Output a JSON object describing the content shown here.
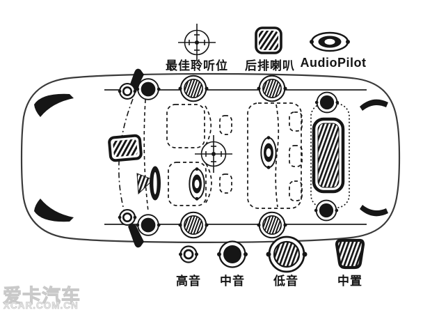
{
  "colors": {
    "ink": "#161616",
    "watermark": "#c9c9c9",
    "background": "#ffffff"
  },
  "legend_top": {
    "items": [
      {
        "id": "best-listening-position",
        "label": "最佳聆听位",
        "icon": "crosshair-icon"
      },
      {
        "id": "rear-speaker",
        "label": "后排喇叭",
        "icon": "hatched-square-icon"
      },
      {
        "id": "audiopilot",
        "label": "AudioPilot",
        "icon": "audiopilot-ellipse-icon"
      }
    ]
  },
  "legend_bottom": {
    "items": [
      {
        "id": "tweeter",
        "label": "高音",
        "icon": "tweeter-icon"
      },
      {
        "id": "midrange",
        "label": "中音",
        "icon": "midrange-icon"
      },
      {
        "id": "woofer",
        "label": "低音",
        "icon": "woofer-icon"
      },
      {
        "id": "center-channel",
        "label": "中置",
        "icon": "hatched-trapezoid-icon"
      }
    ]
  },
  "diagram": {
    "type": "car-audio-speaker-layout-top-view",
    "car_orientation": "front-left",
    "components": [
      {
        "type": "tweeter",
        "label_ref": "高音",
        "location": "front-left A-pillar"
      },
      {
        "type": "tweeter",
        "label_ref": "高音",
        "location": "front-right A-pillar"
      },
      {
        "type": "midrange",
        "label_ref": "中音",
        "location": "front-left door"
      },
      {
        "type": "midrange",
        "label_ref": "中音",
        "location": "front-right door"
      },
      {
        "type": "woofer",
        "label_ref": "低音",
        "location": "front-left door"
      },
      {
        "type": "woofer",
        "label_ref": "低音",
        "location": "rear-left door"
      },
      {
        "type": "woofer",
        "label_ref": "低音",
        "location": "front-right door"
      },
      {
        "type": "woofer",
        "label_ref": "低音",
        "location": "rear-right door"
      },
      {
        "type": "midrange",
        "label_ref": "中音",
        "location": "rear deck left"
      },
      {
        "type": "midrange",
        "label_ref": "中音",
        "location": "rear deck right"
      },
      {
        "type": "rear-speaker",
        "label_ref": "后排喇叭",
        "location": "rear deck center"
      },
      {
        "type": "center-channel",
        "label_ref": "中置",
        "location": "dashboard center"
      },
      {
        "type": "audiopilot-microphone",
        "label_ref": "AudioPilot",
        "location": "front seat"
      },
      {
        "type": "audiopilot-microphone",
        "label_ref": "AudioPilot",
        "location": "rear bench center"
      },
      {
        "type": "best-listening-position",
        "label_ref": "最佳聆听位",
        "location": "between front seats"
      }
    ]
  },
  "watermark": {
    "line1": "爱卡汽车",
    "line2": "XCAR.COM.CN"
  }
}
